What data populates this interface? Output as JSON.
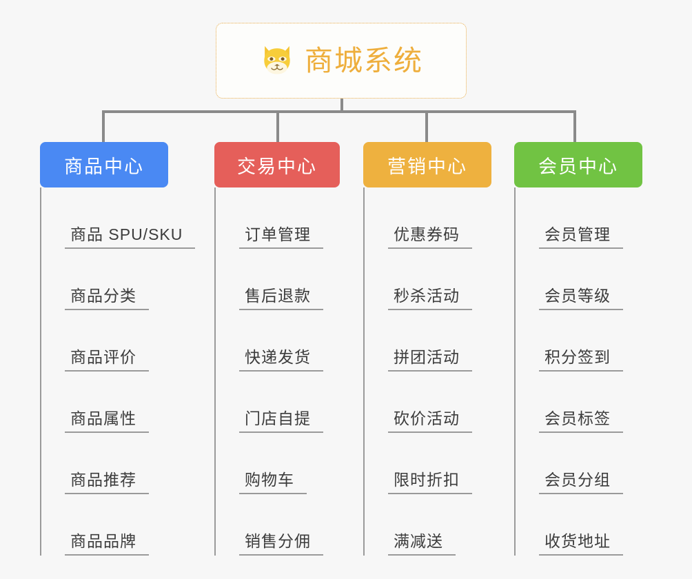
{
  "root": {
    "title": "商城系统",
    "icon": "shiba-dog-face-icon",
    "color": "#eeae3c",
    "border_color": "#e8ab4a",
    "background": "#fdfdfb"
  },
  "canvas": {
    "background": "#f7f7f7",
    "connector_color": "#8a8a8a"
  },
  "branches": [
    {
      "label": "商品中心",
      "color": "#4a89f3",
      "items": [
        "商品 SPU/SKU",
        "商品分类",
        "商品评价",
        "商品属性",
        "商品推荐",
        "商品品牌"
      ]
    },
    {
      "label": "交易中心",
      "color": "#e55f5a",
      "items": [
        "订单管理",
        "售后退款",
        "快递发货",
        "门店自提",
        "购物车",
        "销售分佣"
      ]
    },
    {
      "label": "营销中心",
      "color": "#eeb13f",
      "items": [
        "优惠券码",
        "秒杀活动",
        "拼团活动",
        "砍价活动",
        "限时折扣",
        "满减送"
      ]
    },
    {
      "label": "会员中心",
      "color": "#71c343",
      "items": [
        "会员管理",
        "会员等级",
        "积分签到",
        "会员标签",
        "会员分组",
        "收货地址"
      ]
    }
  ]
}
